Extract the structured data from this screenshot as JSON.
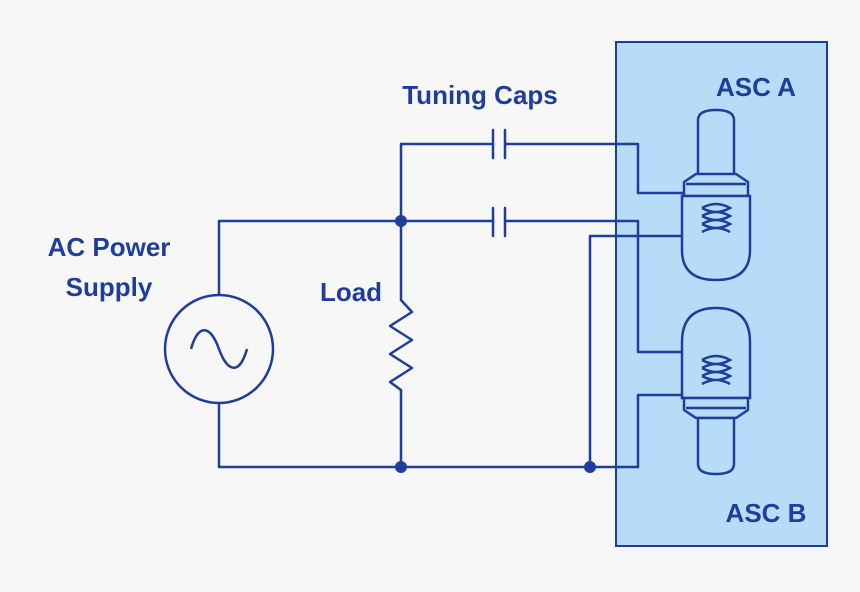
{
  "colors": {
    "background": "#f7f7f7",
    "wire": "#1f3d9a",
    "label": "#1f3d9a",
    "asc_box_fill": "#b6dcf7",
    "asc_box_stroke": "#1f3d9a",
    "bulb_fill": "#b6dcf7"
  },
  "labels": {
    "tuning_caps": "Tuning Caps",
    "ac_power_line1": "AC Power",
    "ac_power_line2": "Supply",
    "load": "Load",
    "asc_a": "ASC A",
    "asc_b": "ASC B"
  },
  "icons": [
    "ac-source-icon",
    "resistor-icon",
    "capacitor-icon",
    "coil-icon",
    "bulb-icon",
    "junction-dot-icon"
  ]
}
